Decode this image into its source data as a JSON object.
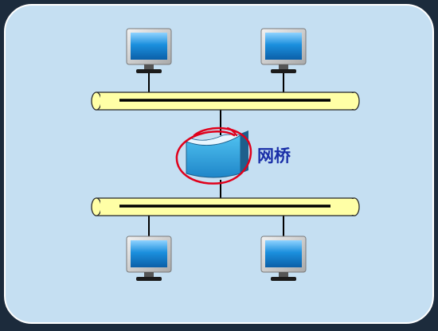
{
  "diagram": {
    "bridge_label": "网桥",
    "colors": {
      "frame_bg": "#c5dff2",
      "segment_fill": "#ffffa6",
      "segment_stroke": "#2b2b2b",
      "line": "#000000",
      "bridge_fill": "#2a9fd8",
      "bridge_dark": "#1d5f8c",
      "highlight_circle": "#e0001b",
      "label": "#1a2fa8"
    },
    "nodes": [
      {
        "name": "computer-top-left",
        "type": "computer"
      },
      {
        "name": "computer-top-right",
        "type": "computer"
      },
      {
        "name": "bridge",
        "type": "bridge"
      },
      {
        "name": "computer-bottom-left",
        "type": "computer"
      },
      {
        "name": "computer-bottom-right",
        "type": "computer"
      }
    ],
    "segments": [
      {
        "name": "lan-segment-top"
      },
      {
        "name": "lan-segment-bottom"
      }
    ]
  }
}
